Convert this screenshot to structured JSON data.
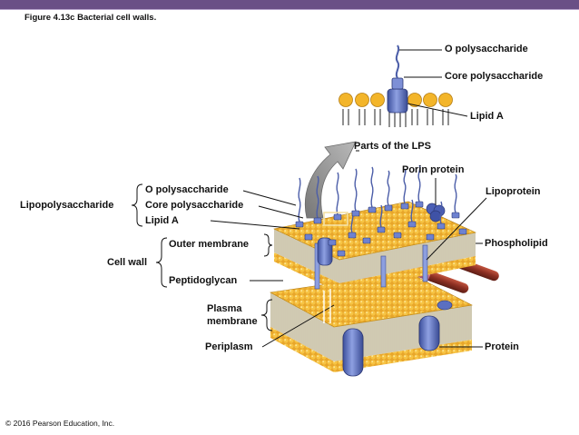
{
  "figure_title": "Figure 4.13c  Bacterial cell walls.",
  "copyright": "© 2016 Pearson Education, Inc.",
  "lps_inset": {
    "o_polysaccharide": "O polysaccharide",
    "core_polysaccharide": "Core polysaccharide",
    "lipid_a": "Lipid A",
    "parts_caption": "Parts of the LPS"
  },
  "left_labels": {
    "lipopolysaccharide": "Lipopolysaccharide",
    "o_polysaccharide": "O polysaccharide",
    "core_polysaccharide": "Core polysaccharide",
    "lipid_a": "Lipid A",
    "cell_wall": "Cell wall",
    "outer_membrane": "Outer membrane",
    "peptidoglycan": "Peptidoglycan",
    "plasma_membrane_line1": "Plasma",
    "plasma_membrane_line2": "membrane",
    "periplasm": "Periplasm"
  },
  "right_labels": {
    "porin_protein": "Porin protein",
    "lipoprotein": "Lipoprotein",
    "phospholipid": "Phospholipid",
    "protein": "Protein"
  },
  "colors": {
    "header_bar": "#6a4f86",
    "lipid_head": "#f3b52a",
    "lipid_tail": "#7a7a7a",
    "protein_blue": "#5b6fc1",
    "peptidoglycan_red": "#9b3b2c",
    "peptidoglycan_pink": "#d98592",
    "arrow_gray": "#8d8d8d"
  }
}
